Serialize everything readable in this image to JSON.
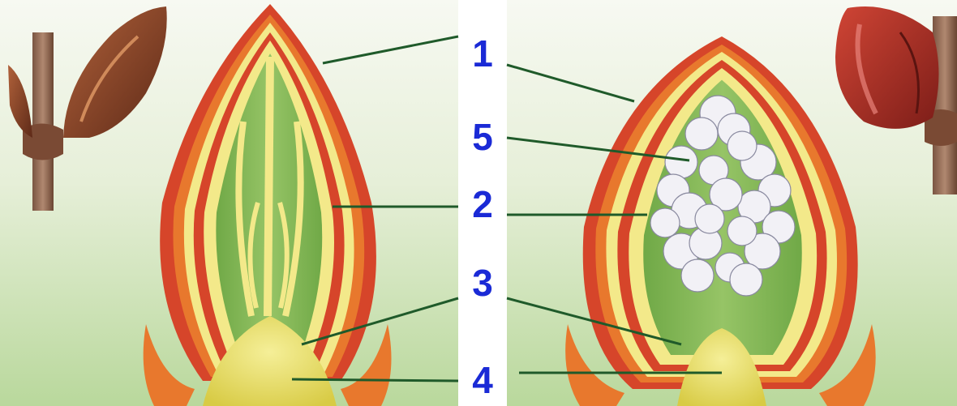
{
  "labels": {
    "l1": "1",
    "l2": "2",
    "l3": "3",
    "l4": "4",
    "l5": "5"
  },
  "colors": {
    "label_blue": "#1a2ad6",
    "leader_line": "#1f5a2a",
    "scale_red": "#d6452a",
    "scale_orange": "#e8782d",
    "scale_yellow": "#f3e98a",
    "leaf_green": "#8dbb5c",
    "base_yellow": "#e8dd6a",
    "flower_white": "#f2f1f6",
    "background_green": "#cfe5b8"
  },
  "icons": {
    "left_twig": "leaf-bud-on-twig",
    "right_twig": "flower-bud-on-twig"
  }
}
